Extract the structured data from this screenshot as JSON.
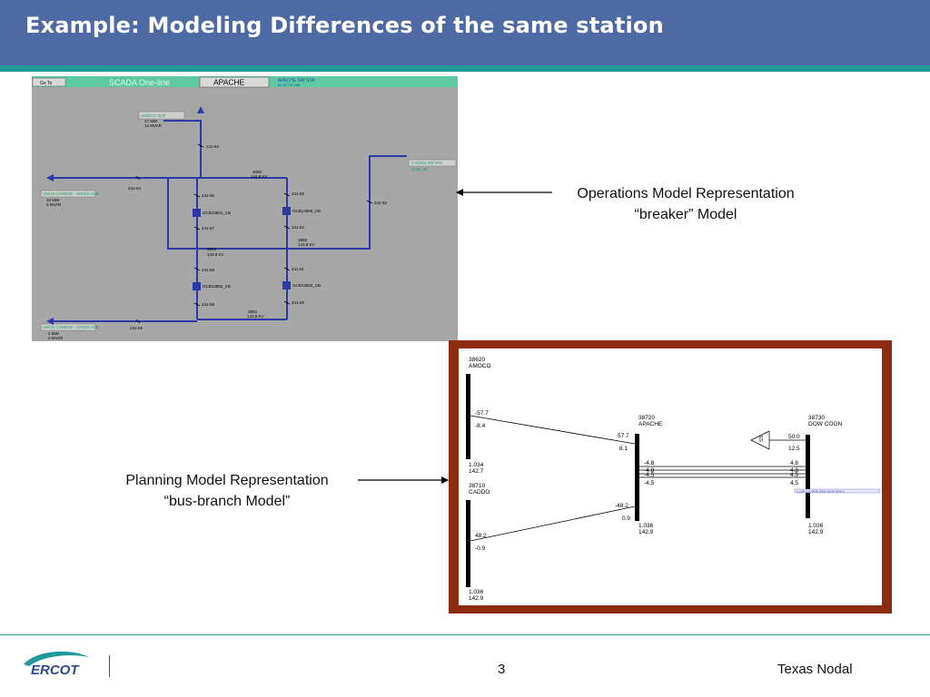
{
  "slide": {
    "title": "Example: Modeling Differences of the same station",
    "page_number": "3",
    "footer": "Texas Nodal",
    "logo_text": "ERCOT"
  },
  "labels": {
    "operations_line1": "Operations Model Representation",
    "operations_line2": "“breaker” Model",
    "planning_line1": "Planning Model Representation",
    "planning_line2": "“bus-branch Model”"
  },
  "scada": {
    "goto": "Go To",
    "header_title": "SCADA One-line",
    "tab": "APACHE",
    "station_line1": "APACHE SW STA",
    "station_line2": "BL ID SS 156",
    "amoco_box": "AMOCO SUB",
    "amoco_mw": "47  MW",
    "amoco_mvar": "14  MVAR",
    "union1_box": "UNION CARBIDE - GREEN SUB",
    "union1_mw": "10  MW",
    "union1_mvar": "0  MVAR",
    "union2_box": "UNION CARBIDE - GREEN SUB",
    "union2_mw": "0  MW",
    "union2_mvar": "0  MVAR",
    "caddo_box": "CADDO SW STA",
    "caddo_sub": "0138_48",
    "sw_63": "241-63",
    "sw_64": "241-64",
    "sw_62": "241-62",
    "sw_65": "241-65",
    "sw_56": "241-56",
    "sw_57": "241-57",
    "sw_58": "241-58",
    "sw_59": "241-59",
    "sw_55": "241-55",
    "sw_54": "241-54",
    "sw_61": "241-61",
    "sw_60": "241-60",
    "cb_3891": "OCB13891_CB",
    "cb_3890": "OCB13890_CB",
    "cb_3892": "OCB13892_CB",
    "cb_3893": "OCB13893_CB",
    "bus_3890": "3890",
    "bus_3890_kv": "143.8  KV",
    "bus_3891": "3891",
    "bus_3891_kv": "143.8  KV",
    "bus_3893": "3893",
    "bus_3893_kv": "143.8  KV",
    "bus_3892": "3892",
    "bus_3892_kv": "143.8  KV"
  },
  "planning": {
    "amoco_id": "38620",
    "amoco_name": "AMOCO",
    "amoco_v1": "1.034",
    "amoco_v2": "142.7",
    "caddo_id": "38710",
    "caddo_name": "CADDO",
    "caddo_v1": "1.036",
    "caddo_v2": "142.9",
    "apache_id": "38720",
    "apache_name": "APACHE",
    "apache_v1": "1.036",
    "apache_v2": "142.9",
    "dow_id": "38730",
    "dow_name": "DOW COGN",
    "dow_v1": "1.036",
    "dow_v2": "142.9",
    "f_a_p": "-57.7",
    "f_a_q": "-8.4",
    "f_ap_p1": "57.7",
    "f_ap_q1": "8.1",
    "f_ap_p2": "-48.2",
    "f_ap_q2": "0.9",
    "f_c_p": "48.2",
    "f_c_q": "-0.9",
    "f_ap_r1": "-4.8",
    "f_ap_r2": "-4.8",
    "f_ap_r3": "-4.5",
    "f_ap_r4": "-4.5",
    "f_dow_p": "50.0",
    "f_dow_q": "12.5",
    "f_dow_r1": "4.8",
    "f_dow_r2": "4.8",
    "f_dow_r3": "4.5",
    "f_dow_r4": "4.5",
    "gen_tag": "SS",
    "dow_note": "1 LOW VOLTAGE     DOW COGN     DOW 2"
  }
}
